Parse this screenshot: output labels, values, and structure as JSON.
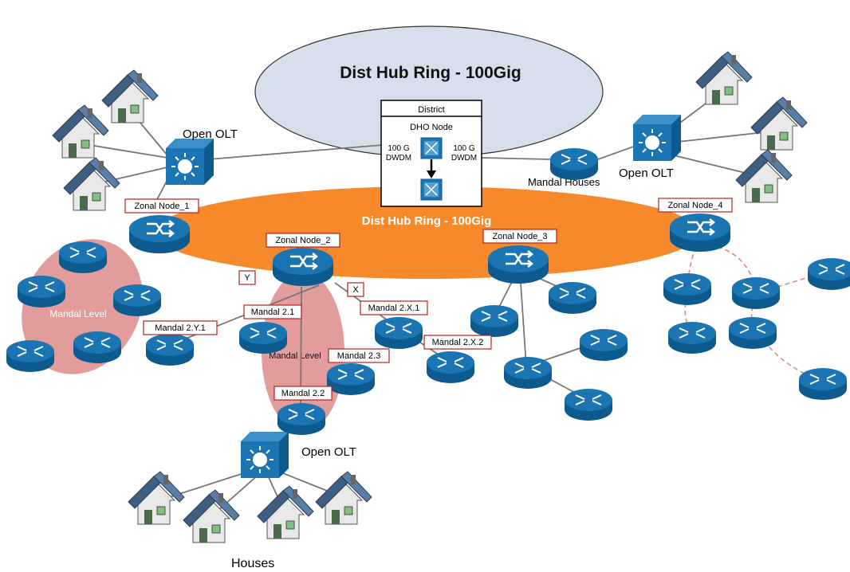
{
  "title_upper": "Dist Hub Ring - 100Gig",
  "title_lower": "Dist Hub Ring - 100Gig",
  "district_box": {
    "header": "District",
    "subheader": "DHO Node",
    "left_label_1": "100 G",
    "left_label_2": "DWDM",
    "right_label_1": "100 G",
    "right_label_2": "DWDM"
  },
  "olt_labels": {
    "left": "Open OLT",
    "right": "Open OLT",
    "bottom": "Open OLT"
  },
  "mandal_houses": "Mandal Houses",
  "houses": "Houses",
  "mandal_level_left": "Mandal Level",
  "mandal_level_center": "Mandal Level",
  "node_labels": {
    "zn1": "Zonal Node_1",
    "zn2": "Zonal Node_2",
    "zn3": "Zonal Node_3",
    "zn4": "Zonal Node_4",
    "y": "Y",
    "x": "X",
    "m21": "Mandal 2.1",
    "m2y1": "Mandal 2.Y.1",
    "m2x1": "Mandal 2.X.1",
    "m2x2": "Mandal 2.X.2",
    "m23": "Mandal 2.3",
    "m22": "Mandal 2.2"
  },
  "colors": {
    "upper_ring": "#d6e0ec",
    "lower_ring": "#f5892b",
    "mandal_level": "#d97b7b",
    "router": "#1b75b3",
    "label_border": "#b22222"
  },
  "icons": [
    "router-icon",
    "switch-icon",
    "olt-icon",
    "house-icon",
    "dwdm-icon"
  ]
}
